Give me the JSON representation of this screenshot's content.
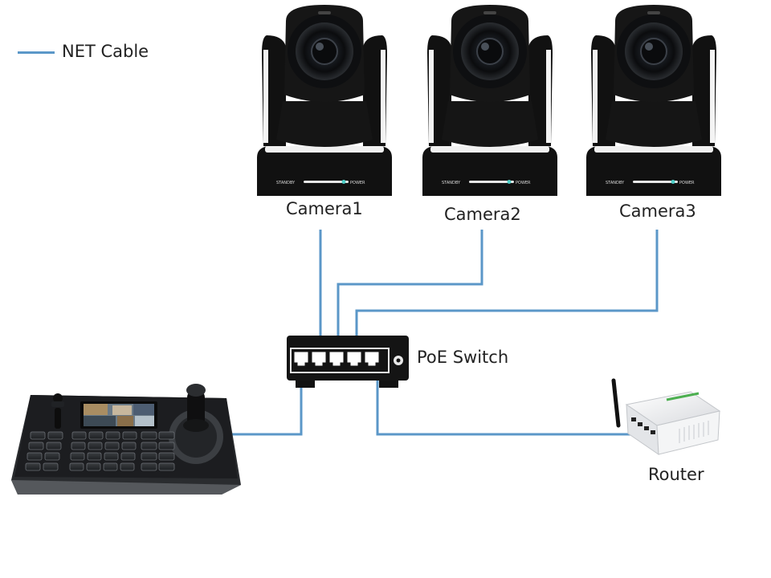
{
  "legend": {
    "label": "NET Cable",
    "color": "#5b97c8"
  },
  "cameras": [
    {
      "label": "Camera1"
    },
    {
      "label": "Camera2"
    },
    {
      "label": "Camera3"
    }
  ],
  "camera_base_text": {
    "left": "STANDBY",
    "right": "POWER"
  },
  "switch": {
    "label": "PoE Switch"
  },
  "router": {
    "label": "Router"
  },
  "colors": {
    "cable": "#5b97c8",
    "camera_body": "#111111",
    "camera_white": "#f2f2f2"
  }
}
